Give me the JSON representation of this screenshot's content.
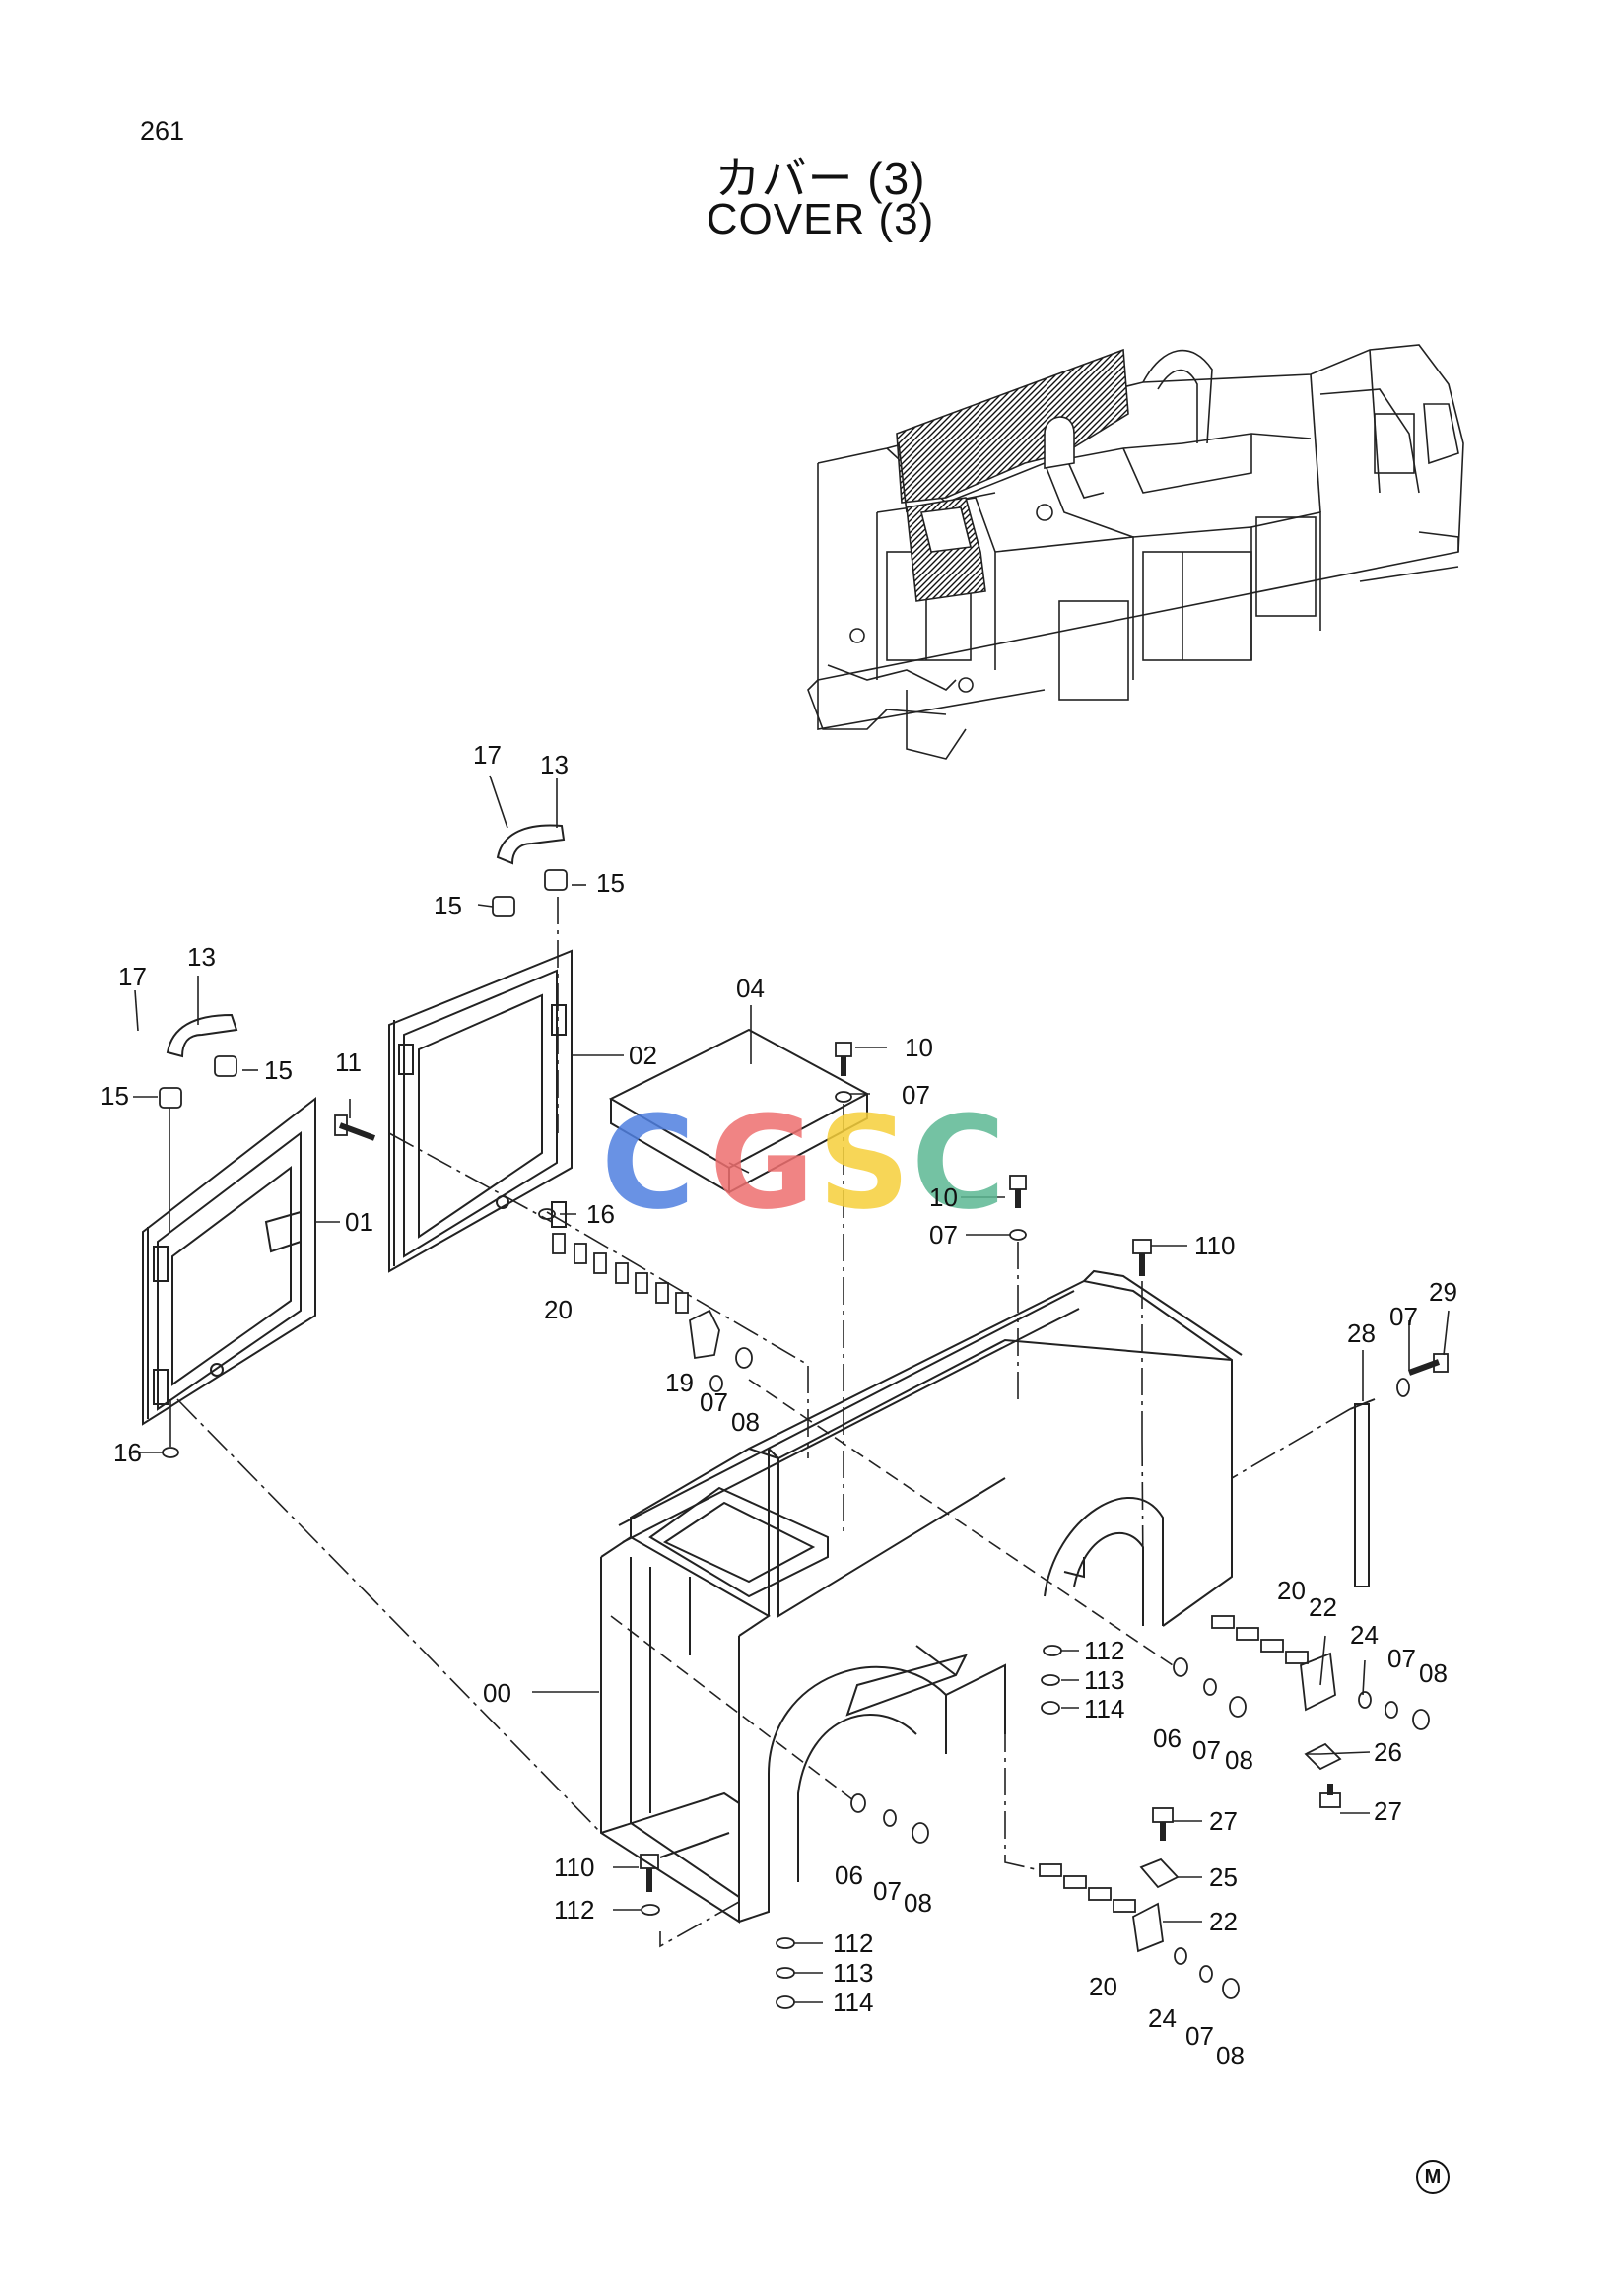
{
  "page_number": "261",
  "title_jp": "カバー (3)",
  "title_en": "COVER (3)",
  "watermark": {
    "letters": [
      "C",
      "G",
      "S",
      "C"
    ],
    "colors": [
      "#4f7fe0",
      "#ee6f6f",
      "#f6cf3a",
      "#5cb893"
    ]
  },
  "maker_mark": "M",
  "callouts": [
    {
      "id": "c261-17a",
      "label": "17"
    },
    {
      "id": "c261-13a",
      "label": "13"
    },
    {
      "id": "c261-15a",
      "label": "15"
    },
    {
      "id": "c261-15b",
      "label": "15"
    },
    {
      "id": "c261-17b",
      "label": "17"
    },
    {
      "id": "c261-13b",
      "label": "13"
    },
    {
      "id": "c261-15c",
      "label": "15"
    },
    {
      "id": "c261-15d",
      "label": "15"
    },
    {
      "id": "c261-11",
      "label": "11"
    },
    {
      "id": "c261-02",
      "label": "02"
    },
    {
      "id": "c261-01",
      "label": "01"
    },
    {
      "id": "c261-16a",
      "label": "16"
    },
    {
      "id": "c261-16b",
      "label": "16"
    },
    {
      "id": "c261-04",
      "label": "04"
    },
    {
      "id": "c261-10a",
      "label": "10"
    },
    {
      "id": "c261-07a",
      "label": "07"
    },
    {
      "id": "c261-10b",
      "label": "10"
    },
    {
      "id": "c261-07b",
      "label": "07"
    },
    {
      "id": "c261-110a",
      "label": "110"
    },
    {
      "id": "c261-20a",
      "label": "20"
    },
    {
      "id": "c261-19",
      "label": "19"
    },
    {
      "id": "c261-07c",
      "label": "07"
    },
    {
      "id": "c261-08a",
      "label": "08"
    },
    {
      "id": "c261-28",
      "label": "28"
    },
    {
      "id": "c261-07d",
      "label": "07"
    },
    {
      "id": "c261-29",
      "label": "29"
    },
    {
      "id": "c261-00",
      "label": "00"
    },
    {
      "id": "c261-112a",
      "label": "112"
    },
    {
      "id": "c261-113a",
      "label": "113"
    },
    {
      "id": "c261-114a",
      "label": "114"
    },
    {
      "id": "c261-06a",
      "label": "06"
    },
    {
      "id": "c261-07e",
      "label": "07"
    },
    {
      "id": "c261-08b",
      "label": "08"
    },
    {
      "id": "c261-20b",
      "label": "20"
    },
    {
      "id": "c261-22a",
      "label": "22"
    },
    {
      "id": "c261-24a",
      "label": "24"
    },
    {
      "id": "c261-07f",
      "label": "07"
    },
    {
      "id": "c261-08c",
      "label": "08"
    },
    {
      "id": "c261-26",
      "label": "26"
    },
    {
      "id": "c261-27a",
      "label": "27"
    },
    {
      "id": "c261-27b",
      "label": "27"
    },
    {
      "id": "c261-25",
      "label": "25"
    },
    {
      "id": "c261-22b",
      "label": "22"
    },
    {
      "id": "c261-20c",
      "label": "20"
    },
    {
      "id": "c261-24b",
      "label": "24"
    },
    {
      "id": "c261-07g",
      "label": "07"
    },
    {
      "id": "c261-08d",
      "label": "08"
    },
    {
      "id": "c261-110b",
      "label": "110"
    },
    {
      "id": "c261-112b",
      "label": "112"
    },
    {
      "id": "c261-06b",
      "label": "06"
    },
    {
      "id": "c261-07h",
      "label": "07"
    },
    {
      "id": "c261-08e",
      "label": "08"
    },
    {
      "id": "c261-112c",
      "label": "112"
    },
    {
      "id": "c261-113b",
      "label": "113"
    },
    {
      "id": "c261-114b",
      "label": "114"
    }
  ]
}
